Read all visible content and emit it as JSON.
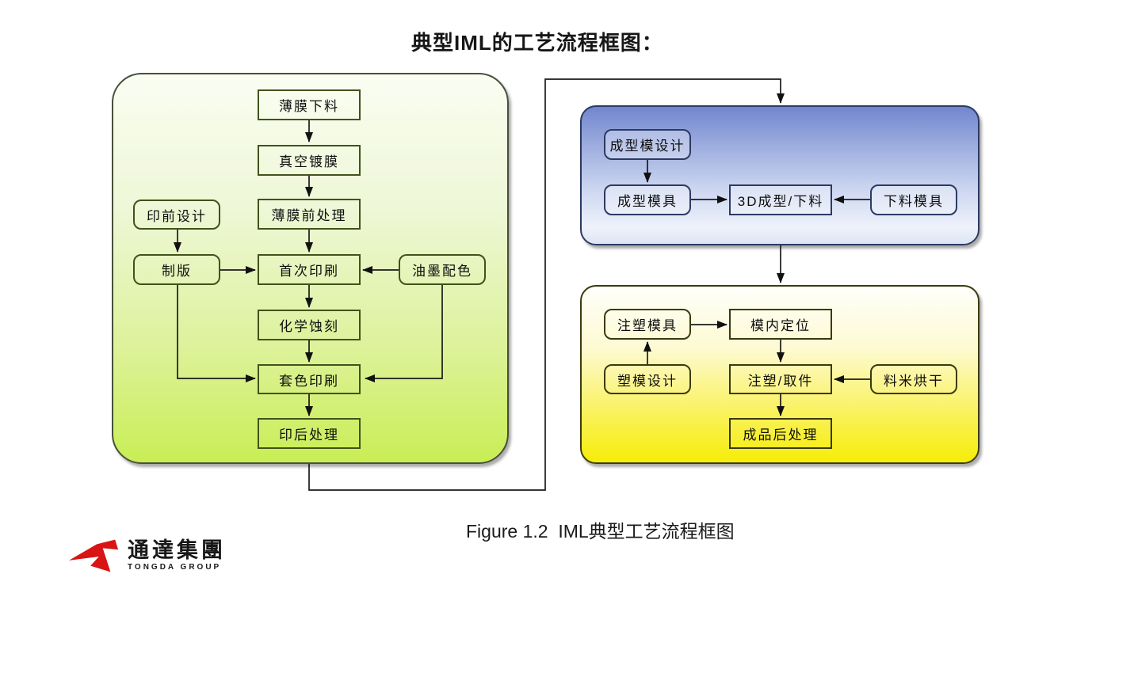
{
  "title": "典型IML的工艺流程框图：",
  "caption": "Figure 1.2  IML典型工艺流程框图",
  "logo": {
    "company_cn": "通達集團",
    "company_en": "TONGDA GROUP",
    "brand_color": "#d81414"
  },
  "colors": {
    "printing_panel_top": "#fafdf2",
    "printing_panel_bottom": "#c9ee55",
    "forming_panel_top": "#7286ce",
    "forming_panel_bottom": "#dde4f4",
    "injection_panel_top": "#ffffff",
    "injection_panel_bottom": "#f6ed08",
    "connector_line": "#1a1a1a"
  },
  "panels": {
    "printing": {
      "film_blanking": "薄膜下料",
      "vacuum_coating": "真空镀膜",
      "film_pretreatment": "薄膜前处理",
      "prepress_design": "印前设计",
      "plate_making": "制版",
      "first_printing": "首次印刷",
      "ink_color_matching": "油墨配色",
      "chemical_etching": "化学蚀刻",
      "overlay_printing": "套色印刷",
      "postpress_processing": "印后处理"
    },
    "forming": {
      "forming_mold_design": "成型模设计",
      "forming_mold": "成型模具",
      "forming_blanking_3d": "3D成型/下料",
      "blanking_mold": "下料模具"
    },
    "injection": {
      "injection_mold": "注塑模具",
      "inmold_positioning": "模内定位",
      "plastic_mold_design": "塑模设计",
      "injection_pickup": "注塑/取件",
      "pellet_drying": "料米烘干",
      "finished_postprocessing": "成品后处理"
    }
  }
}
